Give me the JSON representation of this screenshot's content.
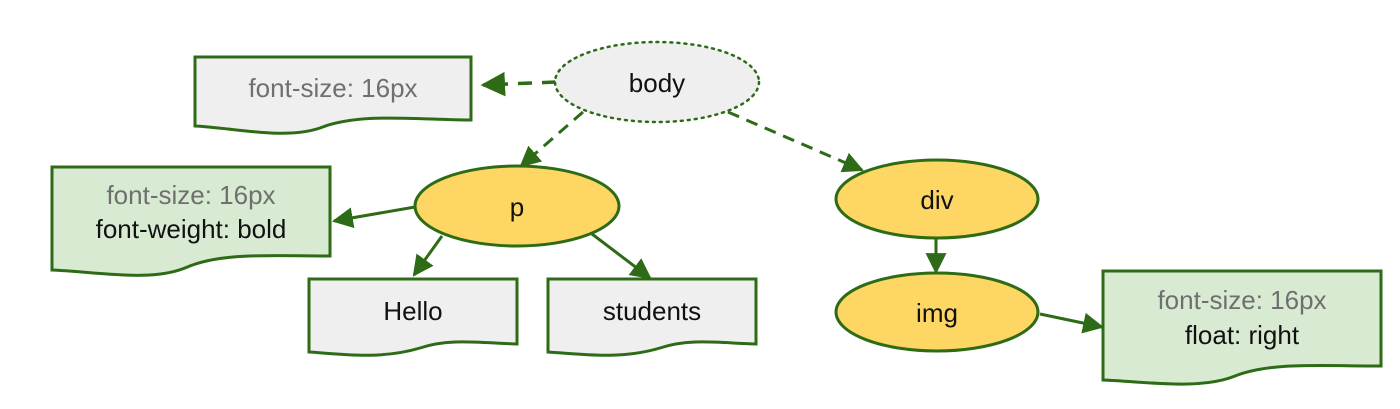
{
  "nodes": {
    "body": "body",
    "p": "p",
    "div": "div",
    "img": "img"
  },
  "docs": {
    "body_style": {
      "line1": "font-size: 16px"
    },
    "p_style": {
      "line1": "font-size: 16px",
      "line2": "font-weight: bold"
    },
    "hello": "Hello",
    "students": "students",
    "img_style": {
      "line1": "font-size: 16px",
      "line2": "float: right"
    }
  },
  "colors": {
    "edge": "#2e6b16",
    "node_fill_active": "#fdd663",
    "node_fill_inactive": "#efefef",
    "style_box_green": "#d9ead3",
    "text_box_gray": "#efefef",
    "inherited_text": "#6f6f6f"
  }
}
